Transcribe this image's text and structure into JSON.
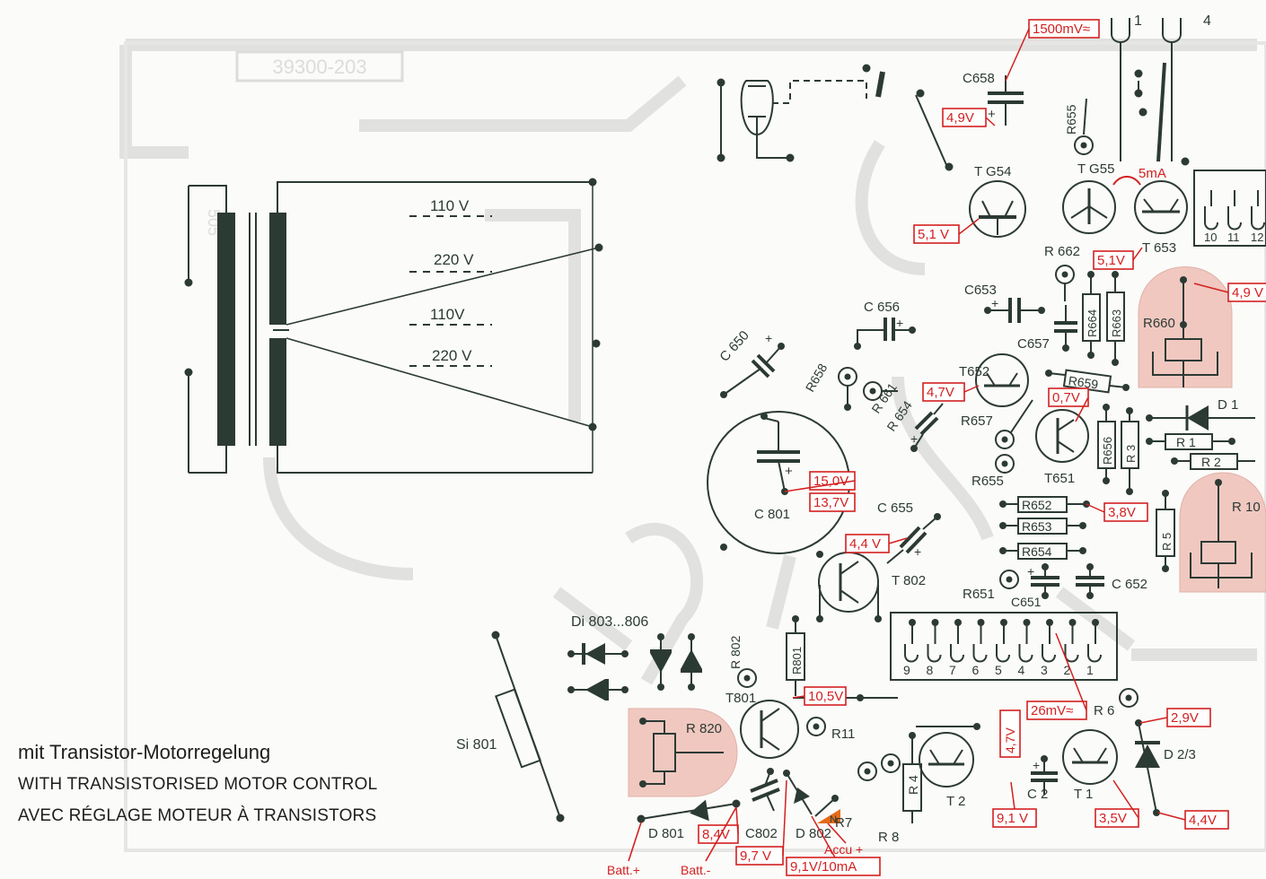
{
  "board_number": "39300-203",
  "transformer_number": "505",
  "caption": {
    "line1": "mit Transistor-Motorregelung",
    "line2": "WITH TRANSISTORISED MOTOR CONTROL",
    "line3": "AVEC RÉGLAGE MOTEUR À TRANSISTORS"
  },
  "voltage_taps": [
    "110 V",
    "220 V",
    "110V",
    "220 V"
  ],
  "connectors": {
    "top_left_pin": "1",
    "top_right_pin": "4",
    "strip_right": [
      "10",
      "11",
      "12"
    ],
    "strip_bottom": [
      "9",
      "8",
      "7",
      "6",
      "5",
      "4",
      "3",
      "2",
      "1"
    ]
  },
  "labels": {
    "C658": "C658",
    "R655_top": "R655",
    "TG654": "T G54",
    "TG655": "T G55",
    "T653": "T 653",
    "R662": "R 662",
    "C653": "C653",
    "C657": "C657",
    "R664": "R664",
    "R663": "R663",
    "R660": "R660",
    "C656": "C 656",
    "C650": "C 650",
    "R658": "R658",
    "R661": "R 661",
    "R654v": "R 654",
    "T652": "T652",
    "R659": "R659",
    "R657": "R657",
    "T651": "T651",
    "R656": "R656",
    "R3": "R 3",
    "R655_bot": "R655",
    "D1": "D 1",
    "R1": "R 1",
    "R2": "R 2",
    "R5": "R 5",
    "R10": "R 10",
    "C801": "C 801",
    "C655": "C 655",
    "T802": "T 802",
    "R652": "R652",
    "R653": "R653",
    "R654": "R654",
    "R651": "R651",
    "C651": "C651",
    "C652": "C 652",
    "Di": "Di 803...806",
    "R802": "R 802",
    "R801": "R801",
    "T801": "T801",
    "R820": "R 820",
    "R11": "R11",
    "Si801": "Si 801",
    "R6": "R 6",
    "D23": "D 2/3",
    "T2": "T 2",
    "T1": "T 1",
    "C2": "C 2",
    "R4": "R 4",
    "R7": "R7",
    "R8": "R 8",
    "D801": "D 801",
    "C802": "C802",
    "D802": "D 802"
  },
  "measurements": {
    "m1500": "1500mV≈",
    "m4_9a": "4,9V",
    "m5_1a": "5,1 V",
    "m5mA": "5mA",
    "m5_1b": "5,1V",
    "m4_9b": "4,9 V",
    "m4_7": "4,7V",
    "m0_7": "0,7V",
    "m15_0": "15,0V",
    "m13_7": "13,7V",
    "m4_4a": "4,4 V",
    "m3_8": "3,8V",
    "m10_5": "10,5V",
    "m26mV": "26mV≈",
    "m2_9": "2,9V",
    "m4_7v": "4,7V",
    "m9_1": "9,1 V",
    "m3_5": "3,5V",
    "m4_4b": "4,4V",
    "m8_4": "8,4V",
    "m9_7": "9,7 V",
    "m9_1_10": "9,1V/10mA"
  },
  "terminals": {
    "batt_plus": "Batt.+",
    "batt_minus": "Batt.-",
    "accu_plus": "Accu +"
  },
  "colors": {
    "ink": "#2c3a34",
    "measure_red": "#d32020",
    "trim_fill": "#f0c8c0",
    "board_trace": "#dcdcda"
  }
}
